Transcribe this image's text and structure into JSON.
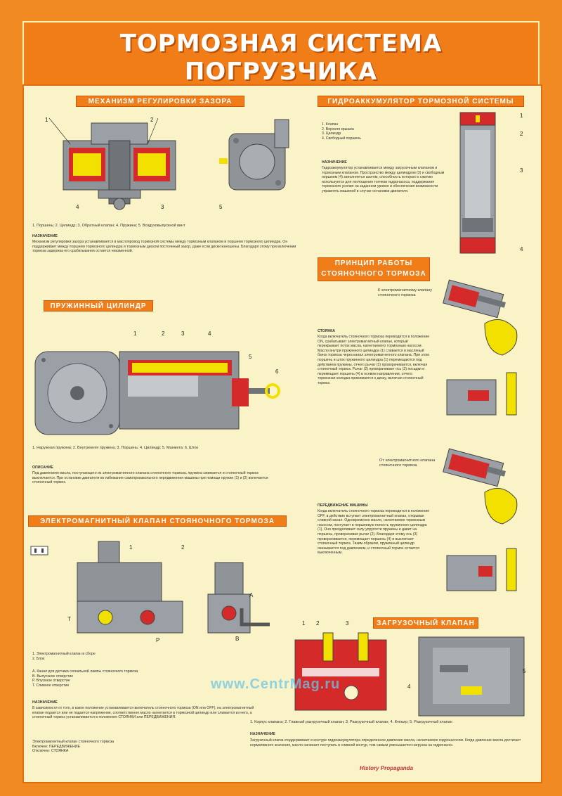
{
  "title": {
    "line1": "ТОРМОЗНАЯ СИСТЕМА",
    "line2": "ПОГРУЗЧИКА"
  },
  "sections": {
    "gap": {
      "header": "МЕХАНИЗМ РЕГУЛИРОВКИ ЗАЗОРА",
      "caption": "1. Поршень; 2. Цилиндр; 3. Обратный клапан; 4. Пружина; 5. Воздуховыпускной винт",
      "purpose_title": "НАЗНАЧЕНИЕ",
      "purpose_text": "Механизм регулировки зазора устанавливается в маслопровод тормозной системы между тормозным клапаном и поршнем тормозного цилиндра. Он поддерживает между поршнем тормозного цилиндра и тормозным диском постоянный зазор, даже если диски изношены. Благодаря этому при включении тормоза задержка его срабатывания остается неизменной."
    },
    "accumulator": {
      "header": "ГИДРОАККУМУЛЯТОР ТОРМОЗНОЙ СИСТЕМЫ",
      "legend": [
        "1. Клапан",
        "2. Верхняя крышка",
        "3. Цилиндр",
        "4. Свободный поршень"
      ],
      "purpose_title": "НАЗНАЧЕНИЕ",
      "purpose_text": "Гидроаккумулятор устанавливается между загрузочным клапаном и тормозным клапаном. Пространство между цилиндром (3) и свободным поршнем (4) заполняется азотом, способность которого к сжатию используется для поглощения толчков гидронасоса, поддержания тормозного усилия на заданном уровне и обеспечения возможности управлять машиной в случае остановки двигателя."
    },
    "parking": {
      "header_line1": "ПРИНЦИП РАБОТЫ",
      "header_line2": "СТОЯНОЧНОГО ТОРМОЗА",
      "note1": "К электромагнитному клапану стояночного тормоза",
      "stop_title": "СТОЯНКА",
      "stop_text": "Когда включатель стояночного тормоза переводится в положение ON, срабатывает электромагнитный клапан, который перекрывает поток масла, нагнетаемого тормозным насосом. Масло внутри пружинного цилиндра (1) сливается в масляный бачок тормоза через канал электромагнитного клапана. При этом поршень и шток пружинного цилиндра (1) перемещаются под действием пружины, отчего рычаг (2) проворачивается, включая стояночный тормоз. Рычаг (2) проворачивает ось (3) посадки и перемещает поршень (4) в осевом направлении, отчего тормозная колодка прижимается к диску, включая стояночный тормоз.",
      "note2": "От электромагнитного клапана стояночного тормоза",
      "move_title": "ПЕРЕДВИЖЕНИЕ МАШИНЫ",
      "move_text": "Когда включатель стояночного тормоза переводится в положение OFF, в действие вступает электромагнитный клапан, открывая сливной канал. Одновременно масло, нагнетаемое тормозным насосом, поступает в поршневую полость пружинного цилиндра (1). Оно преодолевает силу упругости пружины и давит на поршень, проворачивая рычаг (2). Благодаря этому ось (3) проворачивается, перемещает поршень (4) и выключает стояночный тормоз. Таким образом, пружинный цилиндр оказывается под давлением, и стояночный тормоз остается выключенным."
    },
    "spring": {
      "header": "ПРУЖИННЫЙ ЦИЛИНДР",
      "caption": "1. Наружная пружина; 2. Внутренняя пружина; 3. Поршень; 4. Цилиндр; 5. Манжета; 6. Шток",
      "desc_title": "ОПИСАНИЕ",
      "desc_text": "Под давлением масла, поступающего из электромагнитного клапана стояночного тормоза, пружина сжимается и стояночный тормоз выключается. При остановке двигателя во избежание самопроизвольного передвижения машины при помощи пружин (1) и (2) включается стояночный тормоз."
    },
    "solenoid": {
      "header": "ЭЛЕКТРОМАГНИТНЫЙ КЛАПАН СТОЯНОЧНОГО ТОРМОЗА",
      "legend": [
        "1. Электромагнитный клапан в сборе",
        "2. Блок"
      ],
      "ports": [
        "A. Канал для датчика сигнальной лампы стояночного тормоза",
        "B. Выпускное отверстие",
        "P. Впускное отверстие",
        "T. Сливное отверстие"
      ],
      "purpose_title": "НАЗНАЧЕНИЕ",
      "purpose_text": "В зависимости от того, в какое положение устанавливается включатель стояночного тормоза (ON или OFF), на электромагнитный клапан подается или не подается напряжение, соответственно масло нагнетается в тормозной цилиндр или сливается из него, а стояночный тормоз устанавливается в положение СТОЯНКИ или ПЕРЕДВИЖЕНИЯ.",
      "extra": [
        "Электромагнитный клапан стояночного тормоза",
        "Включен: ПЕРЕДВИЖЕНИЕ",
        "Отключен: СТОЯНКА"
      ]
    },
    "loading": {
      "header": "ЗАГРУЗОЧНЫЙ КЛАПАН",
      "caption": "1. Корпус клапана; 2. Главный разгрузочный клапан; 3. Разгрузочный клапан; 4. Фильтр; 5. Разгрузочный клапан",
      "purpose_title": "НАЗНАЧЕНИЕ",
      "purpose_text": "Загрузочный клапан поддерживает в контуре гидроаккумулятора определенное давление масла, нагнетаемое гидронасосом. Когда давление масла достигает нормативного значения, масло начинает поступать в сливной контур, тем самым уменьшается нагрузка на гидронасос."
    }
  },
  "watermark": "www.CentrMag.ru",
  "publisher": "History Propaganda",
  "colors": {
    "orange": "#f07d18",
    "cream": "#fbf3c8",
    "red": "#d42a2a",
    "yellow": "#f2e000",
    "grey": "#8f9499"
  }
}
